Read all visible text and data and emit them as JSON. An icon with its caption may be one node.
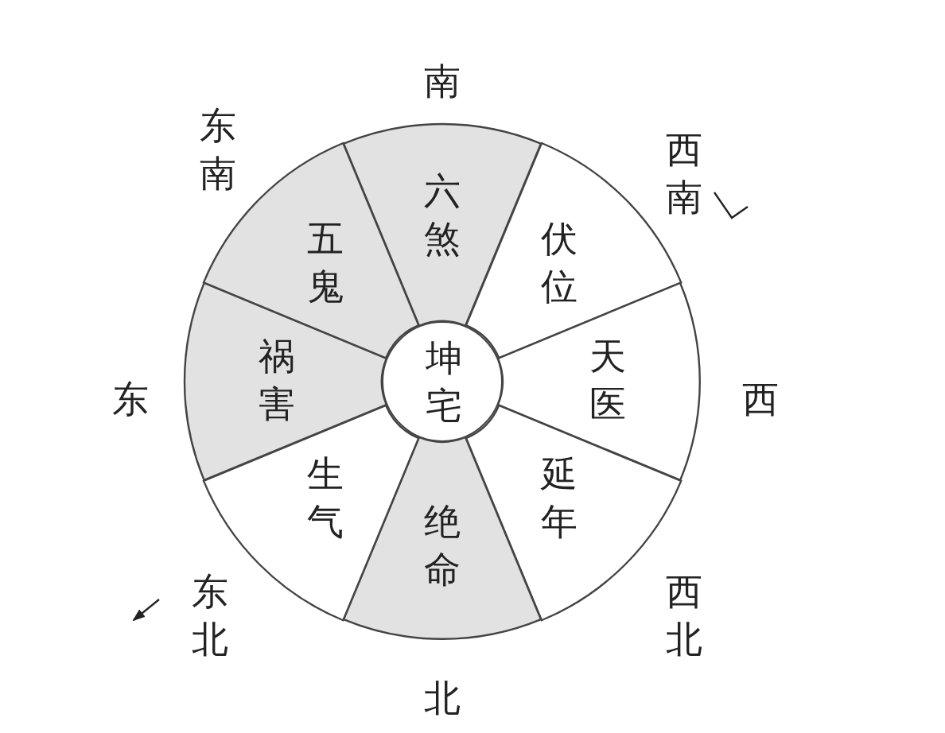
{
  "diagram": {
    "nodes": [
      {
        "text": [
          "六煞"
        ]
      },
      {
        "text": [
          "伏位"
        ]
      },
      {
        "text": [
          "天医"
        ]
      },
      {
        "text": [
          "延年"
        ]
      },
      {
        "text": [
          "绝命"
        ]
      },
      {
        "text": [
          "生气"
        ]
      },
      {
        "text": [
          "祸害"
        ]
      },
      {
        "text": [
          "五鬼"
        ]
      },
      {
        "text": [
          "坤宅"
        ]
      }
    ],
    "labels": [
      "南",
      "东南",
      "西南",
      "东",
      "西",
      "西北",
      "东北",
      "北"
    ]
  }
}
